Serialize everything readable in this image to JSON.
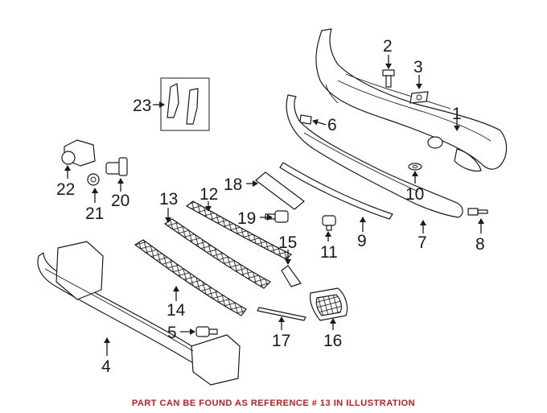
{
  "footer": {
    "text": "PART CAN BE FOUND AS REFERENCE # 13 IN ILLUSTRATION",
    "color": "#cc1a1a"
  },
  "callouts": [
    {
      "id": "1",
      "label": "1"
    },
    {
      "id": "2",
      "label": "2"
    },
    {
      "id": "3",
      "label": "3"
    },
    {
      "id": "4",
      "label": "4"
    },
    {
      "id": "5",
      "label": "5"
    },
    {
      "id": "6",
      "label": "6"
    },
    {
      "id": "7",
      "label": "7"
    },
    {
      "id": "8",
      "label": "8"
    },
    {
      "id": "9",
      "label": "9"
    },
    {
      "id": "10",
      "label": "10"
    },
    {
      "id": "11",
      "label": "11"
    },
    {
      "id": "12",
      "label": "12"
    },
    {
      "id": "13",
      "label": "13"
    },
    {
      "id": "14",
      "label": "14"
    },
    {
      "id": "15",
      "label": "15"
    },
    {
      "id": "16",
      "label": "16"
    },
    {
      "id": "17",
      "label": "17"
    },
    {
      "id": "18",
      "label": "18"
    },
    {
      "id": "19",
      "label": "19"
    },
    {
      "id": "20",
      "label": "20"
    },
    {
      "id": "21",
      "label": "21"
    },
    {
      "id": "22",
      "label": "22"
    },
    {
      "id": "23",
      "label": "23"
    }
  ]
}
